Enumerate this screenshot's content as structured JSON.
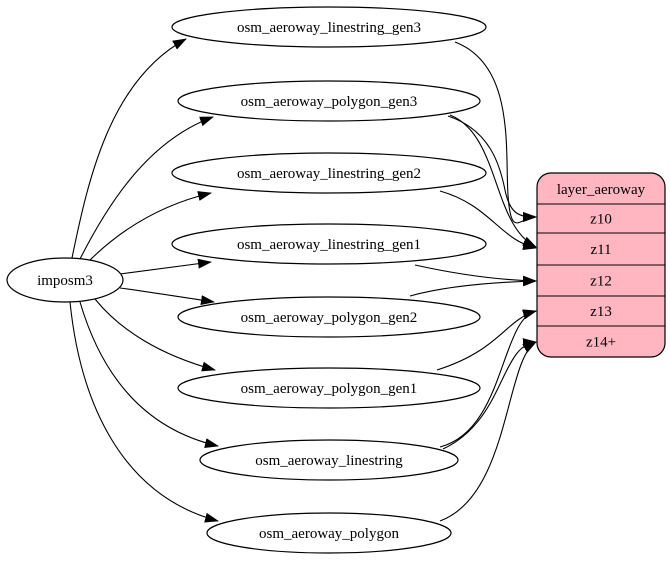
{
  "nodes": [
    {
      "id": "imposm3",
      "label": "imposm3"
    },
    {
      "id": "lin_gen3",
      "label": "osm_aeroway_linestring_gen3"
    },
    {
      "id": "poly_gen3",
      "label": "osm_aeroway_polygon_gen3"
    },
    {
      "id": "lin_gen2",
      "label": "osm_aeroway_linestring_gen2"
    },
    {
      "id": "lin_gen1",
      "label": "osm_aeroway_linestring_gen1"
    },
    {
      "id": "poly_gen2",
      "label": "osm_aeroway_polygon_gen2"
    },
    {
      "id": "poly_gen1",
      "label": "osm_aeroway_polygon_gen1"
    },
    {
      "id": "linestring",
      "label": "osm_aeroway_linestring"
    },
    {
      "id": "polygon",
      "label": "osm_aeroway_polygon"
    }
  ],
  "record": {
    "title": "layer_aeroway",
    "fill": "#ffb6c1",
    "ports": [
      "z10",
      "z11",
      "z12",
      "z13",
      "z14+"
    ]
  },
  "edges": [
    {
      "from": "imposm3",
      "to": "lin_gen3"
    },
    {
      "from": "imposm3",
      "to": "poly_gen3"
    },
    {
      "from": "imposm3",
      "to": "lin_gen2"
    },
    {
      "from": "imposm3",
      "to": "lin_gen1"
    },
    {
      "from": "imposm3",
      "to": "poly_gen2"
    },
    {
      "from": "imposm3",
      "to": "poly_gen1"
    },
    {
      "from": "imposm3",
      "to": "linestring"
    },
    {
      "from": "imposm3",
      "to": "polygon"
    },
    {
      "from": "lin_gen3",
      "to": "z10"
    },
    {
      "from": "poly_gen3",
      "to": "z10"
    },
    {
      "from": "poly_gen3",
      "to": "z11"
    },
    {
      "from": "lin_gen2",
      "to": "z11"
    },
    {
      "from": "lin_gen1",
      "to": "z12"
    },
    {
      "from": "poly_gen2",
      "to": "z12"
    },
    {
      "from": "poly_gen1",
      "to": "z13"
    },
    {
      "from": "linestring",
      "to": "z13"
    },
    {
      "from": "linestring",
      "to": "z14+"
    },
    {
      "from": "polygon",
      "to": "z14+"
    }
  ]
}
